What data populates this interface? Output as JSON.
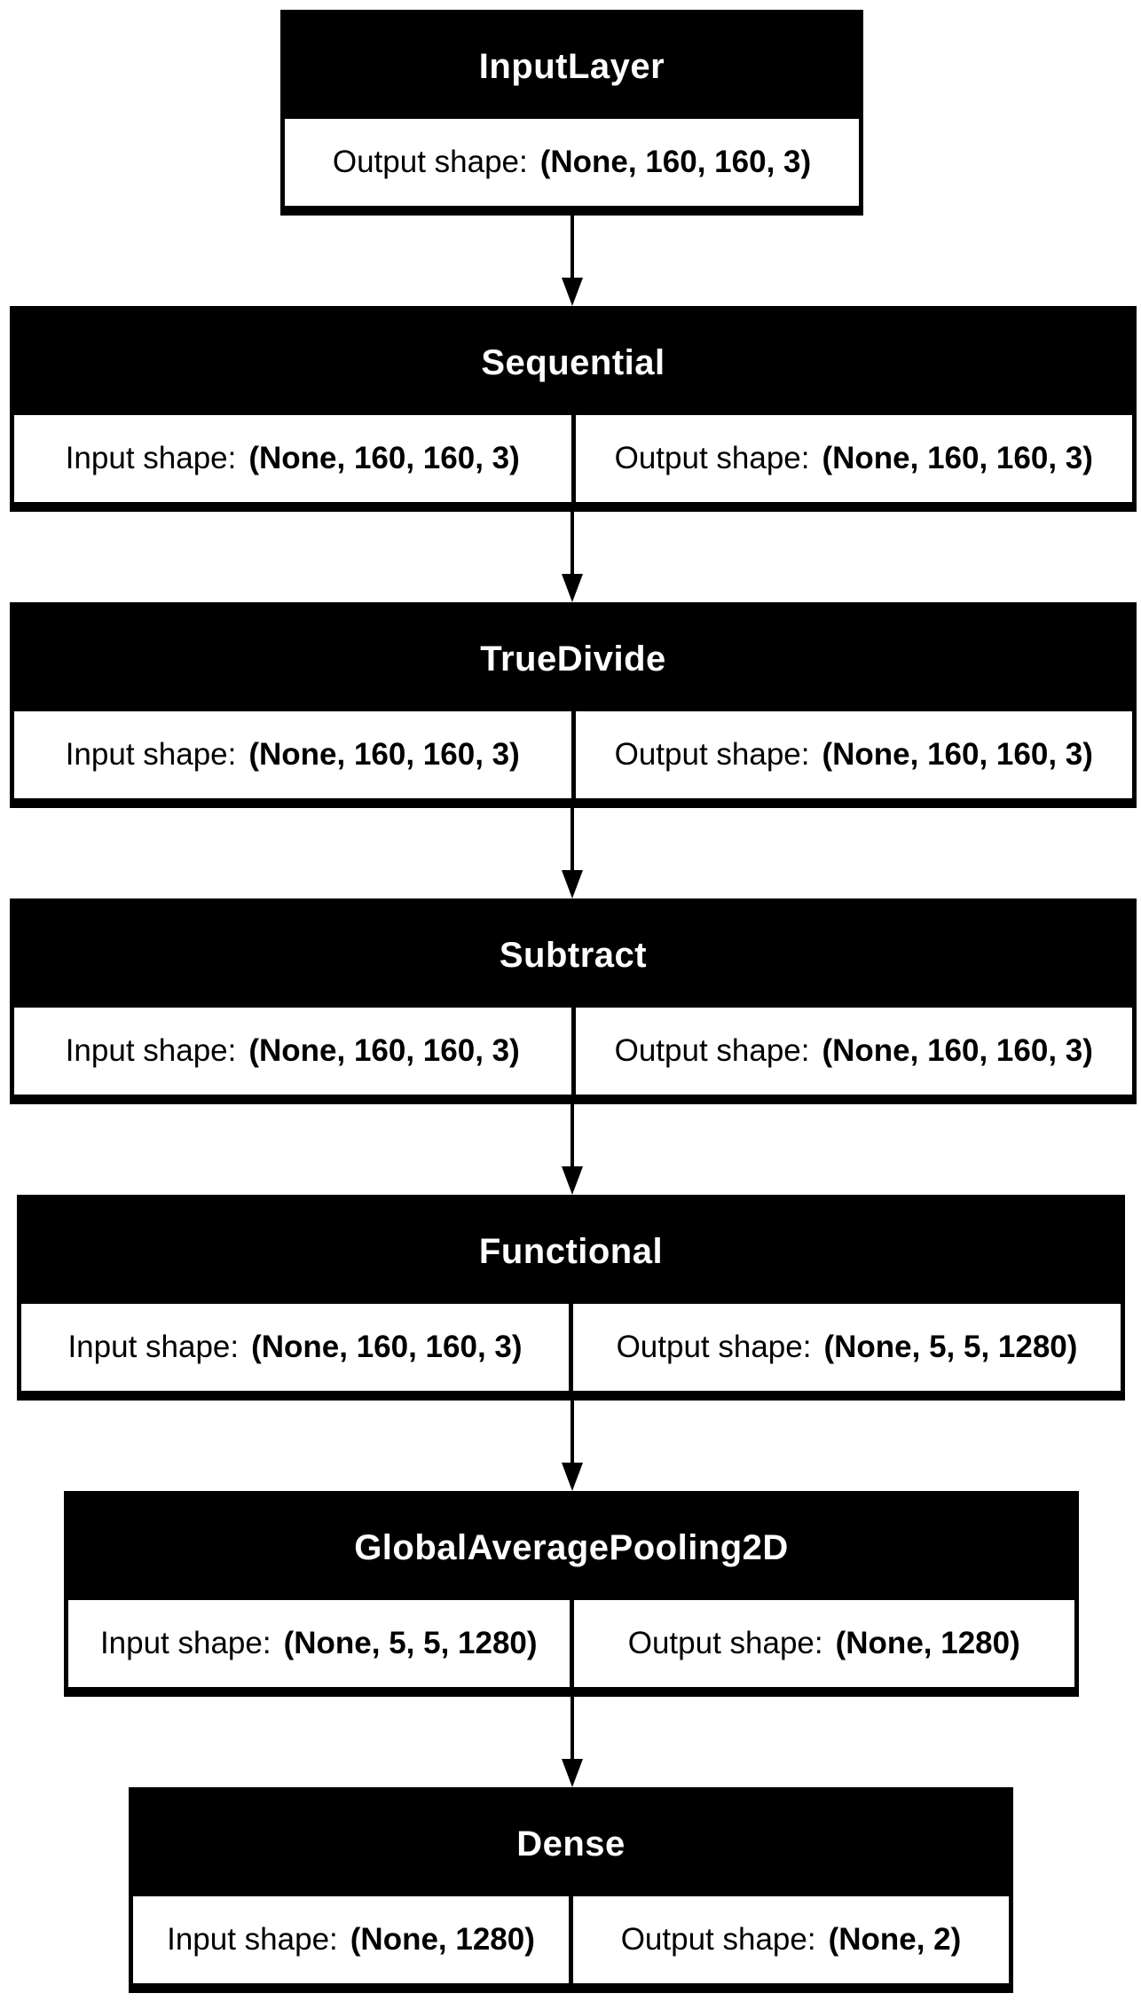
{
  "diagram": {
    "layers": [
      {
        "name": "InputLayer",
        "cells": [
          {
            "label": "Output shape:",
            "value": "(None, 160, 160, 3)"
          }
        ]
      },
      {
        "name": "Sequential",
        "cells": [
          {
            "label": "Input shape:",
            "value": "(None, 160, 160, 3)"
          },
          {
            "label": "Output shape:",
            "value": "(None, 160, 160, 3)"
          }
        ]
      },
      {
        "name": "TrueDivide",
        "cells": [
          {
            "label": "Input shape:",
            "value": "(None, 160, 160, 3)"
          },
          {
            "label": "Output shape:",
            "value": "(None, 160, 160, 3)"
          }
        ]
      },
      {
        "name": "Subtract",
        "cells": [
          {
            "label": "Input shape:",
            "value": "(None, 160, 160, 3)"
          },
          {
            "label": "Output shape:",
            "value": "(None, 160, 160, 3)"
          }
        ]
      },
      {
        "name": "Functional",
        "cells": [
          {
            "label": "Input shape:",
            "value": "(None, 160, 160, 3)"
          },
          {
            "label": "Output shape:",
            "value": "(None, 5, 5, 1280)"
          }
        ]
      },
      {
        "name": "GlobalAveragePooling2D",
        "cells": [
          {
            "label": "Input shape:",
            "value": "(None, 5, 5, 1280)"
          },
          {
            "label": "Output shape:",
            "value": "(None, 1280)"
          }
        ]
      },
      {
        "name": "Dense",
        "cells": [
          {
            "label": "Input shape:",
            "value": "(None, 1280)"
          },
          {
            "label": "Output shape:",
            "value": "(None, 2)"
          }
        ]
      }
    ]
  }
}
